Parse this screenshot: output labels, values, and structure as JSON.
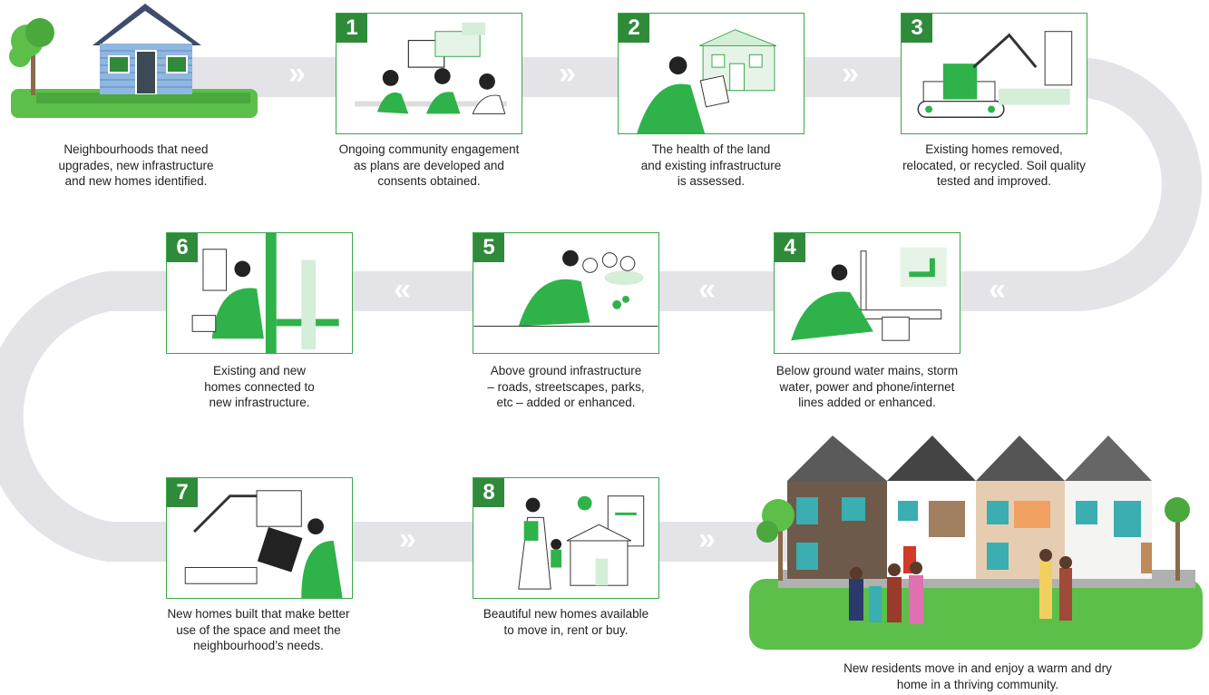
{
  "colors": {
    "road": "#e3e3e8",
    "accent_green": "#2fb24a",
    "number_badge": "#2f8a3a",
    "card_border": "#3aa84a",
    "grass": "#5cbf4a"
  },
  "start": {
    "caption": [
      "Neighbourhoods that need",
      "upgrades, new infrastructure",
      "and new homes identified."
    ]
  },
  "steps": [
    {
      "number": "1",
      "caption": [
        "Ongoing community engagement",
        "as plans are developed and",
        "consents obtained."
      ]
    },
    {
      "number": "2",
      "caption": [
        "The health of the land",
        "and existing infrastructure",
        "is assessed."
      ]
    },
    {
      "number": "3",
      "caption": [
        "Existing homes removed,",
        "relocated, or recycled. Soil quality",
        "tested and improved."
      ]
    },
    {
      "number": "4",
      "caption": [
        "Below ground water mains, storm",
        "water, power and phone/internet",
        "lines added or enhanced."
      ]
    },
    {
      "number": "5",
      "caption": [
        "Above ground infrastructure",
        "– roads, streetscapes, parks,",
        "etc – added or enhanced."
      ]
    },
    {
      "number": "6",
      "caption": [
        "Existing and new",
        "homes connected to",
        "new infrastructure."
      ]
    },
    {
      "number": "7",
      "caption": [
        "New homes built that make better",
        "use of the space and meet the",
        "neighbourhood’s needs."
      ]
    },
    {
      "number": "8",
      "caption": [
        "Beautiful new homes available",
        "to move in, rent or buy."
      ]
    }
  ],
  "end": {
    "caption": [
      "New residents move in and enjoy a warm and dry",
      "home in a thriving community."
    ]
  },
  "arrows": {
    "forward": "»",
    "backward": "«"
  }
}
